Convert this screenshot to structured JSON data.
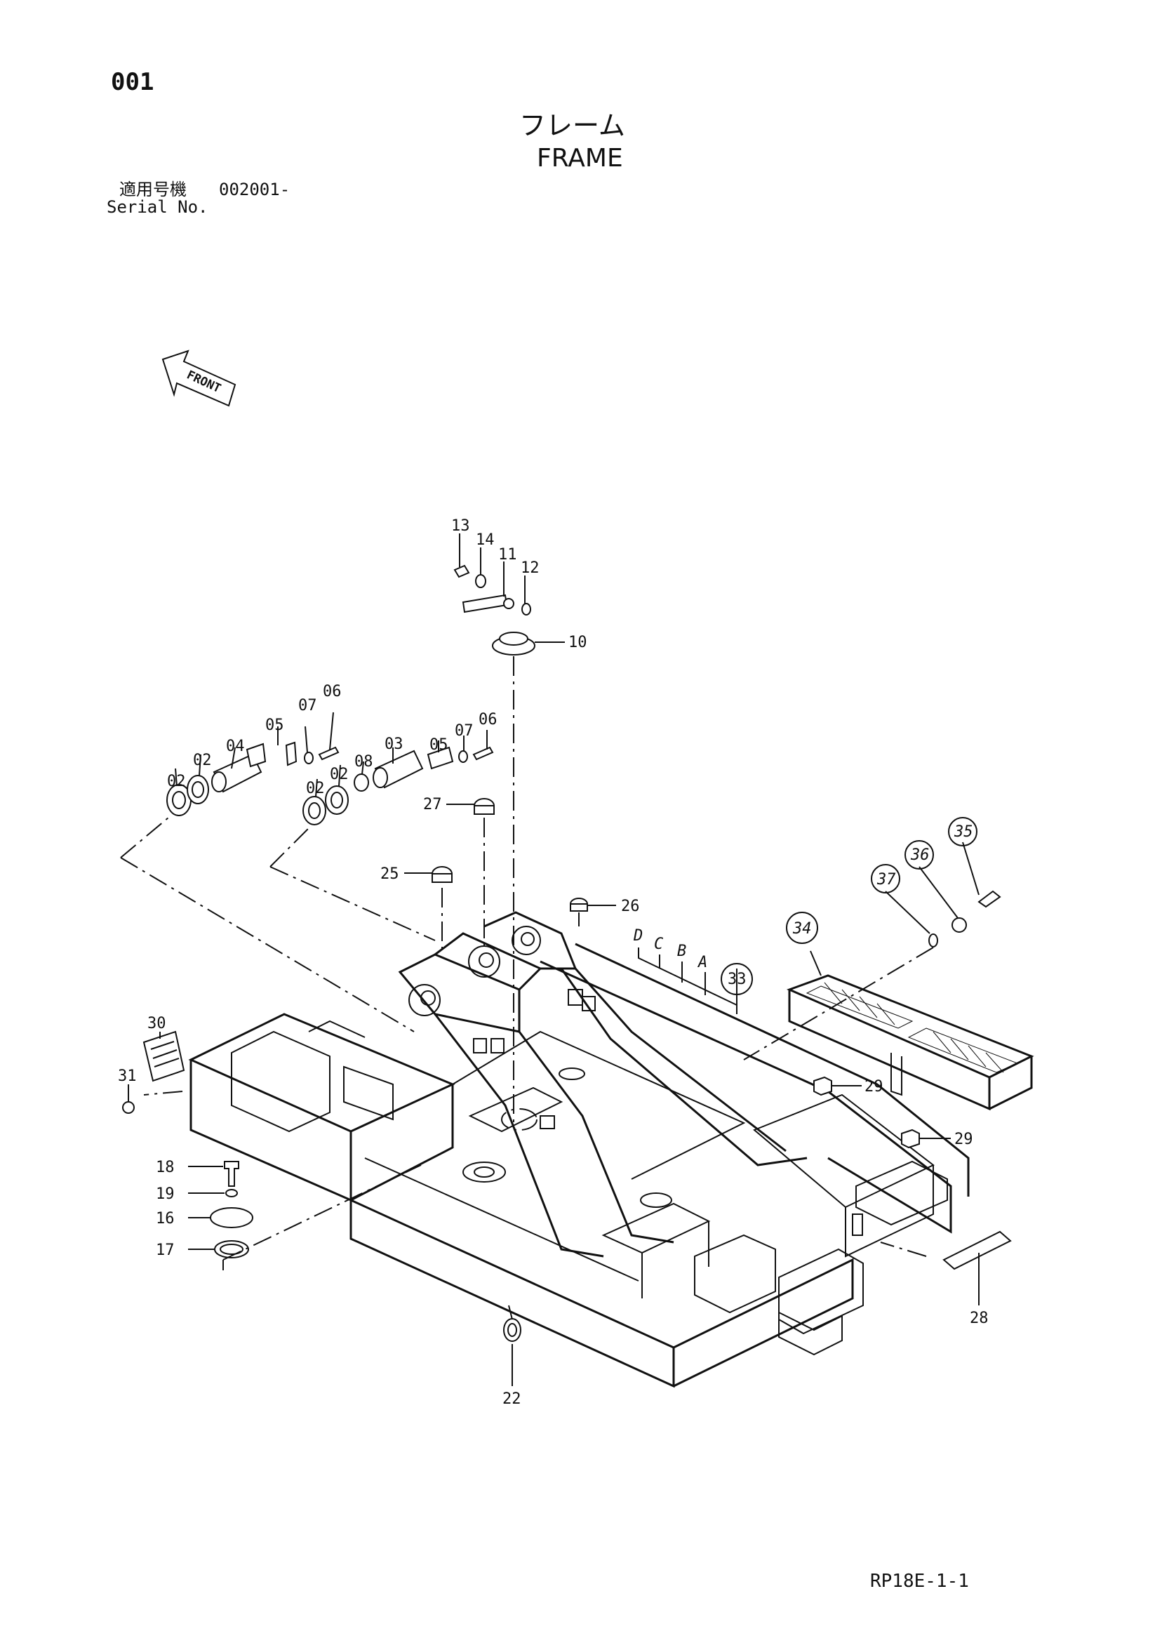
{
  "page_number": "001",
  "title_jp": "フレーム",
  "title_en": "FRAME",
  "serial_label_jp": "適用号機",
  "serial_value": "002001-",
  "serial_label_en": "Serial No.",
  "front_label": "FRONT",
  "doc_ref": "RP18E-1-1",
  "callouts": {
    "c13": "13",
    "c14": "14",
    "c11": "11",
    "c12": "12",
    "c10": "10",
    "c06a": "06",
    "c07a": "07",
    "c05a": "05",
    "c04": "04",
    "c02a": "02",
    "c02b": "02",
    "c02c": "02",
    "c02d": "02",
    "c08": "08",
    "c03": "03",
    "c05b": "05",
    "c07b": "07",
    "c06b": "06",
    "c27": "27",
    "c25": "25",
    "c26": "26",
    "cD": "D",
    "cC": "C",
    "cB": "B",
    "cA": "A",
    "c33": "33",
    "c34": "34",
    "c35": "35",
    "c36": "36",
    "c37": "37",
    "c30": "30",
    "c31": "31",
    "c29a": "29",
    "c29b": "29",
    "c18": "18",
    "c19": "19",
    "c16": "16",
    "c17": "17",
    "c28": "28",
    "c22": "22"
  }
}
